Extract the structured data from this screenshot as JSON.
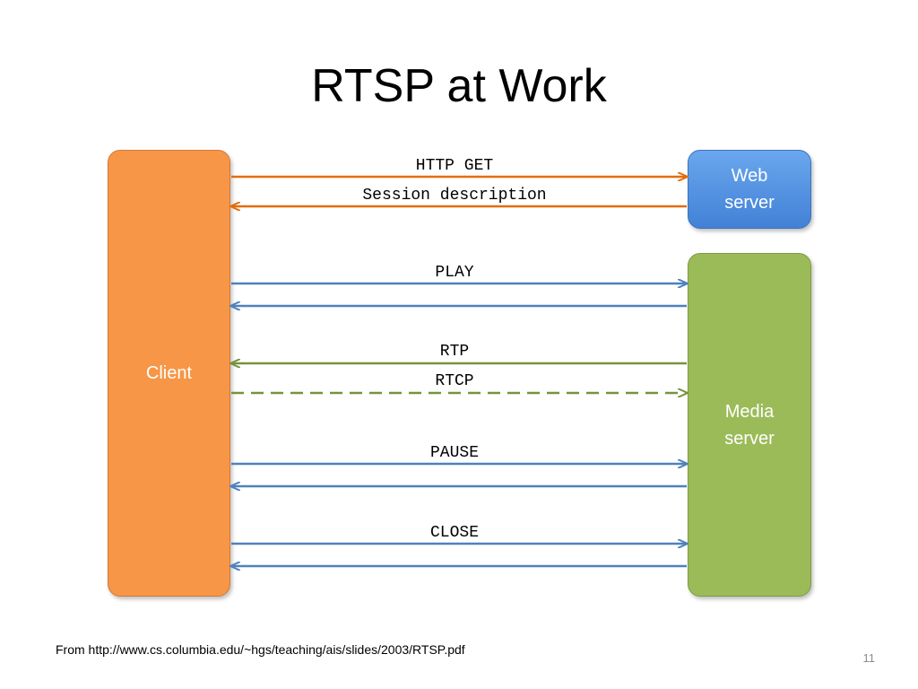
{
  "slide": {
    "title": "RTSP at Work",
    "source": "From http://www.cs.columbia.edu/~hgs/teaching/ais/slides/2003/RTSP.pdf",
    "page_number": "11"
  },
  "nodes": {
    "client": {
      "label": "Client",
      "color": "#f79646"
    },
    "web_server": {
      "label": "Web\nserver",
      "color": "#4f8fe0"
    },
    "media_server": {
      "label": "Media\nserver",
      "color": "#9bbb59"
    }
  },
  "messages": {
    "http_get": "HTTP GET",
    "session_description": "Session description",
    "play": "PLAY",
    "rtp": "RTP",
    "rtcp": "RTCP",
    "pause": "PAUSE",
    "close": "CLOSE"
  },
  "colors": {
    "web_arrows": "#e46c0a",
    "control_arrows": "#4f81bd",
    "media_arrows": "#77933c"
  }
}
